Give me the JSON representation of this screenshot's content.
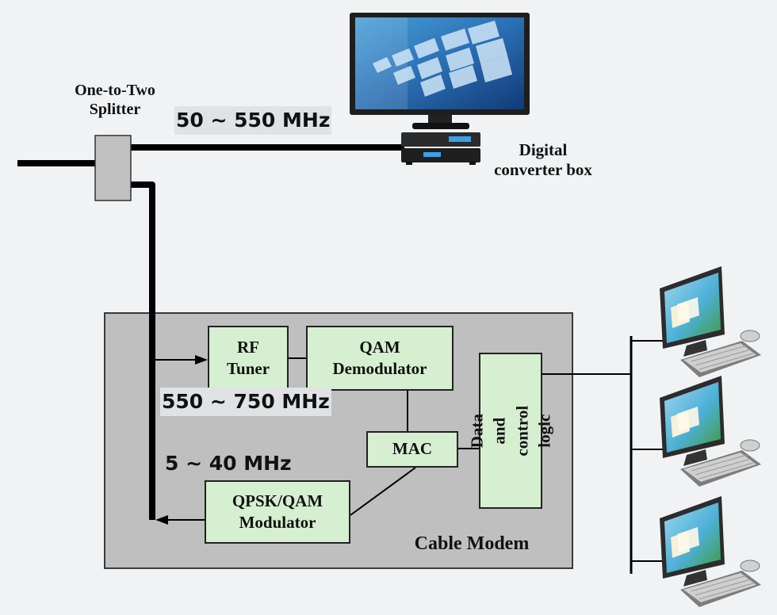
{
  "labels": {
    "splitter": "One-to-Two\nSplitter",
    "converter_box": "Digital\nconverter box",
    "cable_modem": "Cable Modem"
  },
  "frequencies": {
    "tv_band": "50 ~ 550 MHz",
    "downstream": "550 ~ 750 MHz",
    "upstream": "5 ~ 40 MHz"
  },
  "blocks": {
    "rf_tuner": "RF\nTuner",
    "qam_demodulator": "QAM\nDemodulator",
    "mac": "MAC",
    "qpsk_modulator": "QPSK/QAM\nModulator",
    "data_control": "Data and\ncontrol logic"
  },
  "colors": {
    "background": "#f1f2f3",
    "modem_fill": "#bfbfbf",
    "block_fill": "#d6efd0",
    "frequency_highlight": "#e1e2e3",
    "cable": "#000000"
  },
  "icons": {
    "tv": "flat-screen-tv-icon",
    "set_top_box": "set-top-box-icon",
    "computer": "desktop-computer-icon"
  }
}
